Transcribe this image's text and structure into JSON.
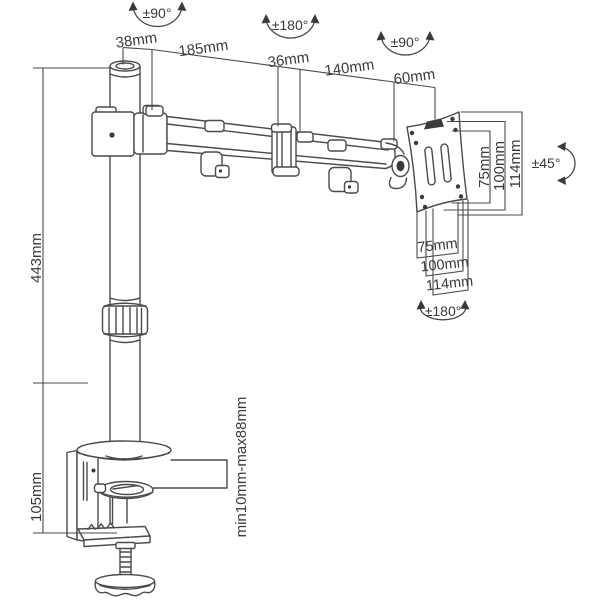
{
  "diagram": {
    "colors": {
      "line": "#4a4a4a",
      "text": "#3a3a3a",
      "background": "#ffffff"
    },
    "dimensions": {
      "pole_top_width": "38mm",
      "arm_segment_1": "185mm",
      "middle_joint_width": "36mm",
      "arm_segment_2": "140mm",
      "head_offset": "60mm",
      "pole_height": "443mm",
      "clamp_height": "105mm",
      "clamp_range": "min10mm-max88mm",
      "vesa_vertical": [
        "75mm",
        "100mm",
        "114mm"
      ],
      "vesa_horizontal": [
        "75mm",
        "100mm",
        "114mm"
      ]
    },
    "rotations": {
      "pole_swivel": "±90°",
      "joint_swivel": "±180°",
      "head_swivel": "±90°",
      "tilt": "±45°",
      "panel_rotation": "±180°"
    }
  }
}
